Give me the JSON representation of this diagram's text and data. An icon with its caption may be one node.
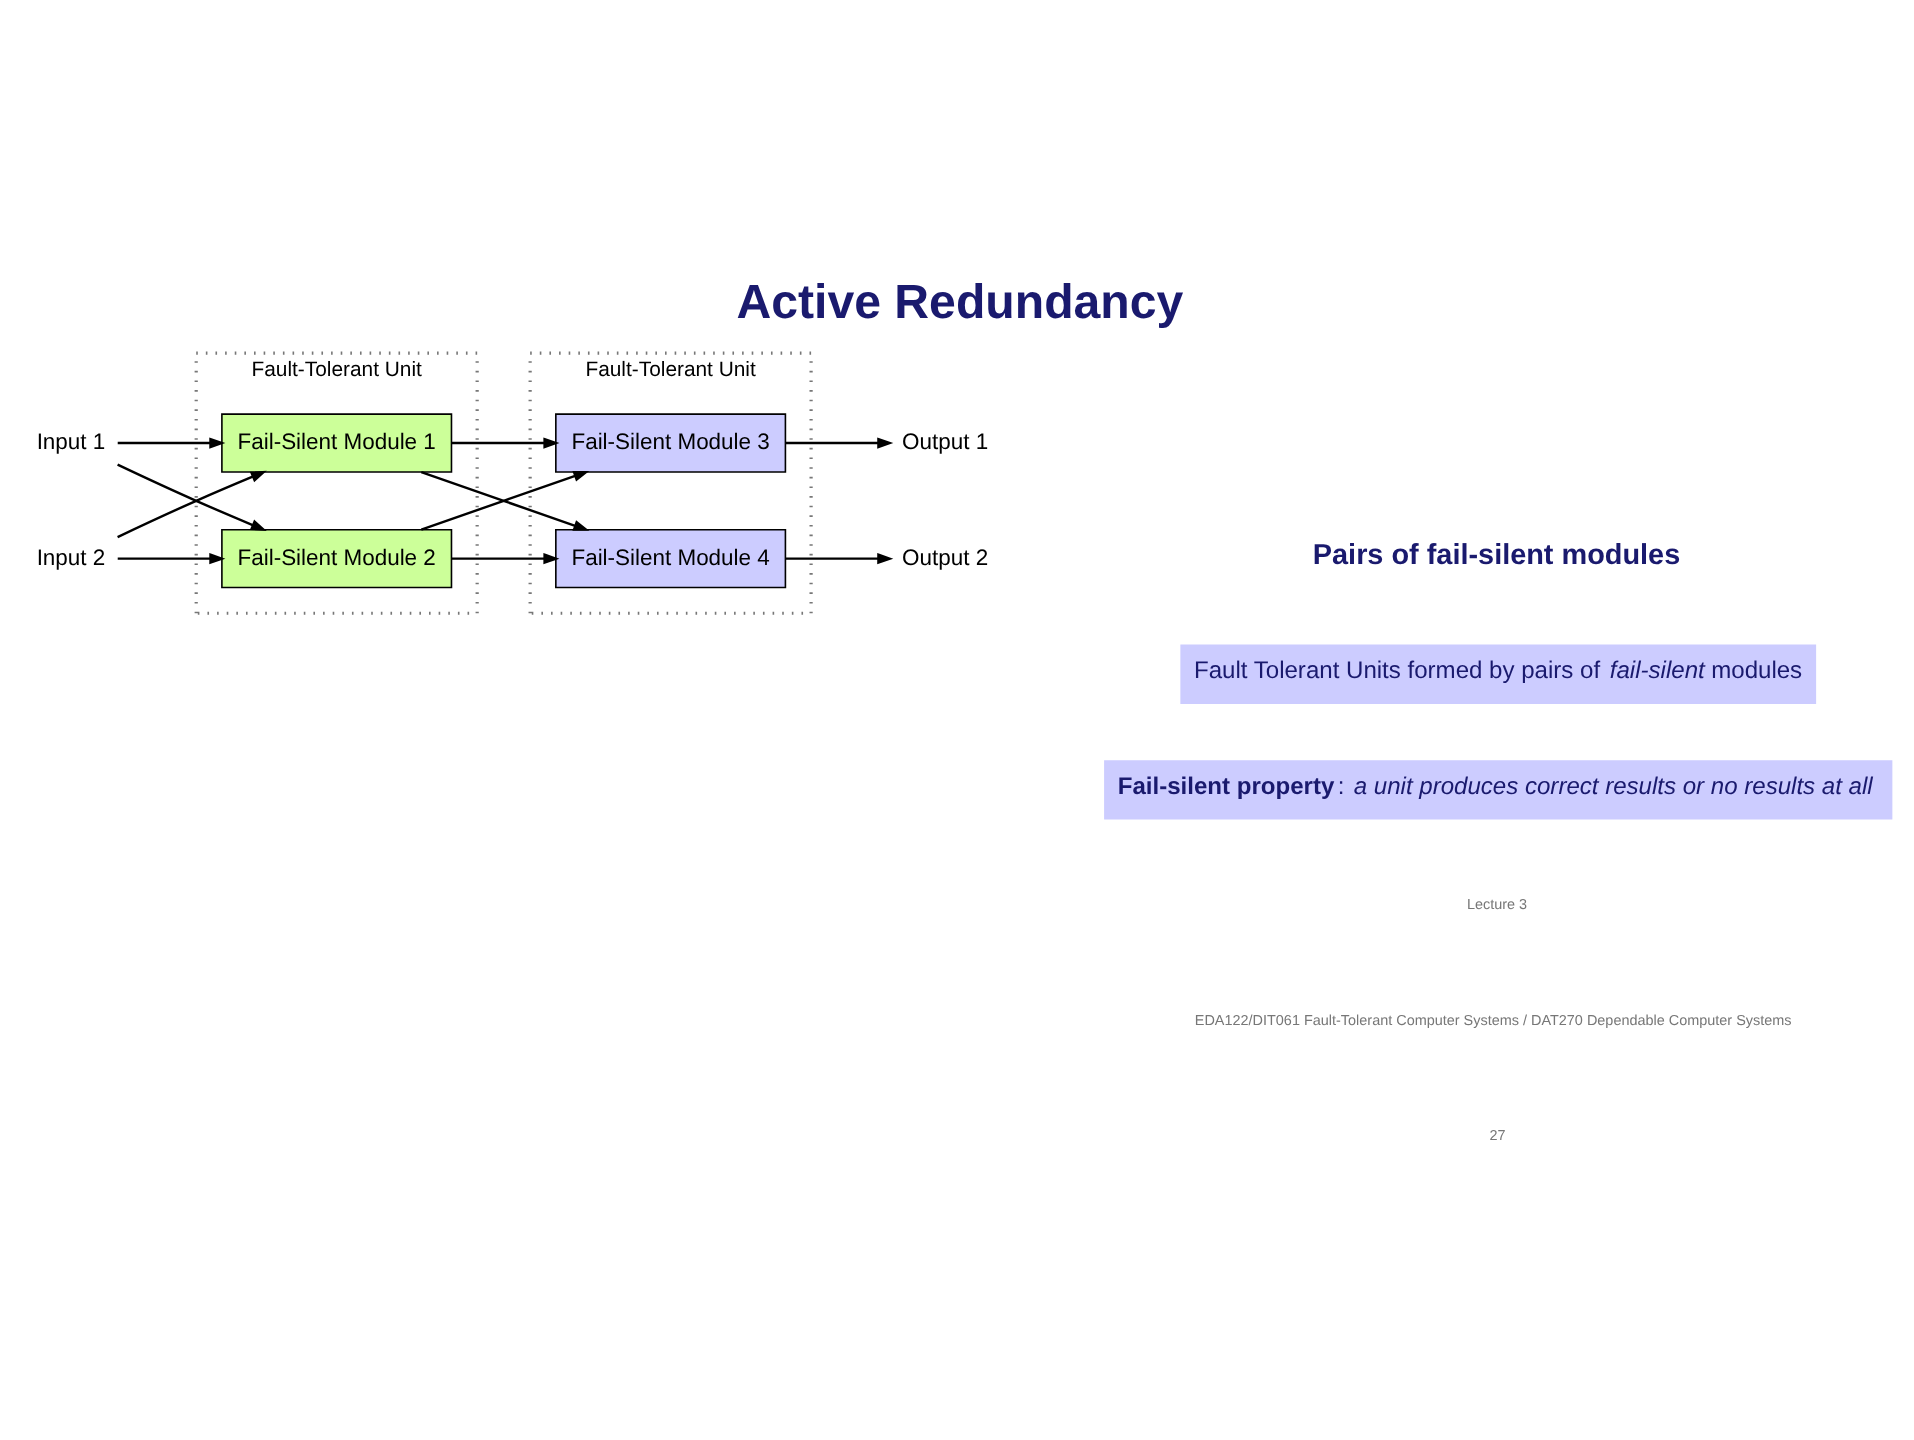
{
  "diagram": {
    "title": "Active Redundancy",
    "nodes": [
      {
        "text": [
          "Input 1"
        ]
      },
      {
        "text": [
          "Input 2"
        ]
      },
      {
        "text": [
          "Fault-Tolerant Unit"
        ]
      },
      {
        "text": [
          "Fail-Silent Module 1"
        ],
        "in": 2
      },
      {
        "text": [
          "Fail-Silent Module 2"
        ],
        "in": 2
      },
      {
        "text": [
          "Fault-Tolerant Unit"
        ]
      },
      {
        "text": [
          "Fail-Silent Module 3"
        ],
        "in": 5
      },
      {
        "text": [
          "Fail-Silent Module 4"
        ],
        "in": 5
      },
      {
        "text": [
          "Output 1"
        ]
      },
      {
        "text": [
          "Output 2"
        ]
      }
    ],
    "edges": [
      {
        "from": 0,
        "to": 3,
        "arrow": "to"
      },
      {
        "from": 0,
        "to": 4,
        "arrow": "to"
      },
      {
        "from": 1,
        "to": 3,
        "arrow": "to"
      },
      {
        "from": 1,
        "to": 4,
        "arrow": "to"
      },
      {
        "from": 3,
        "to": 6,
        "arrow": "to"
      },
      {
        "from": 3,
        "to": 7,
        "arrow": "to"
      },
      {
        "from": 4,
        "to": 6,
        "arrow": "to"
      },
      {
        "from": 4,
        "to": 7,
        "arrow": "to"
      },
      {
        "from": 6,
        "to": 8,
        "arrow": "to"
      },
      {
        "from": 7,
        "to": 9,
        "arrow": "to"
      }
    ],
    "labels": [
      "Pairs of fail-silent modules",
      "Fault Tolerant Units formed by pairs of *fail-silent* modules",
      "**Fail-silent property**: *a unit produces correct results or no results at all*",
      "Lecture 3",
      "EDA122/DIT061 Fault-Tolerant Computer Systems / DAT270 Dependable Computer Systems",
      "27"
    ]
  }
}
